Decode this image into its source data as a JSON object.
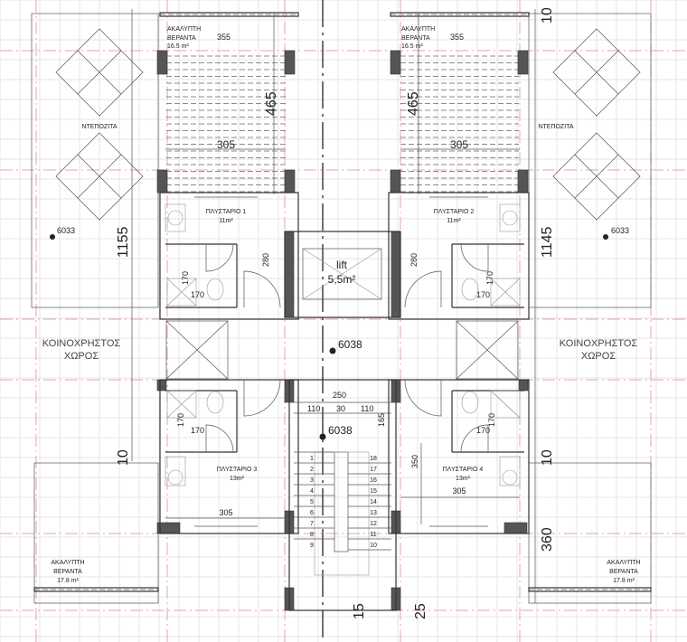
{
  "title": "Floor plan - typical floor",
  "units": [
    {
      "veranda_label_1": "ΑΚΑΛΥΠΤΗ",
      "veranda_label_2": "ΒΕΡΑΝΤΑ",
      "veranda_area": "16.5 m²",
      "veranda_width": "355",
      "pergola_depth": "465",
      "pergola_width": "305",
      "room_name": "ΠΛΥΣΤΑΡΙΟ 1",
      "room_area": "11m²",
      "wall_dim": "280",
      "bath_h": "170",
      "bath_w": "170"
    },
    {
      "veranda_label_1": "ΑΚΑΛΥΠΤΗ",
      "veranda_label_2": "ΒΕΡΑΝΤΑ",
      "veranda_area": "16.5 m²",
      "veranda_width": "355",
      "pergola_depth": "465",
      "pergola_width": "305",
      "room_name": "ΠΛΥΣΤΑΡΙΟ 2",
      "room_area": "11m²",
      "wall_dim": "280",
      "bath_h": "170",
      "bath_w": "170"
    },
    {
      "room_name": "ΠΛΥΣΤΑΡΙΟ 3",
      "room_area": "13m²",
      "room_width": "305",
      "bath_h": "170",
      "bath_w": "170"
    },
    {
      "room_name": "ΠΛΥΣΤΑΡΙΟ 4",
      "room_area": "13m²",
      "room_width": "305",
      "room_depth": "350",
      "bath_h": "170",
      "bath_w": "170"
    }
  ],
  "tank_label": "ΝΤΕΠΟΖΙΤΑ",
  "common_area": {
    "line1": "ΚΟΙΝΟΧΡΗΣΤΟΣ",
    "line2": "ΧΩΡΟΣ"
  },
  "lift": {
    "label": "lift",
    "area": "5,5m²"
  },
  "levels": {
    "left": "6033",
    "right": "6033",
    "corridor": "6038",
    "stair": "6038"
  },
  "stair_dims": {
    "total": "250",
    "a": "110",
    "b": "30",
    "c": "110",
    "depth": "165",
    "bottom_a": "15",
    "bottom_b": "25"
  },
  "steps_left": [
    "1",
    "2",
    "3",
    "4",
    "5",
    "6",
    "7",
    "8",
    "9"
  ],
  "steps_right": [
    "18",
    "17",
    "16",
    "15",
    "14",
    "13",
    "12",
    "11",
    "10"
  ],
  "side_dims": {
    "left_height": "1155",
    "right_height": "1145",
    "left_gap": "10",
    "right_gap": "10",
    "right_top": "10",
    "right_bottom": "360"
  },
  "bottom_verandas": [
    {
      "line1": "ΑΚΑΛΥΠΤΗ",
      "line2": "ΒΕΡΑΝΤΑ",
      "area": "17.8 m²"
    },
    {
      "line1": "ΑΚΑΛΥΠΤΗ",
      "line2": "ΒΕΡΑΝΤΑ",
      "area": "17.8 m²"
    }
  ]
}
